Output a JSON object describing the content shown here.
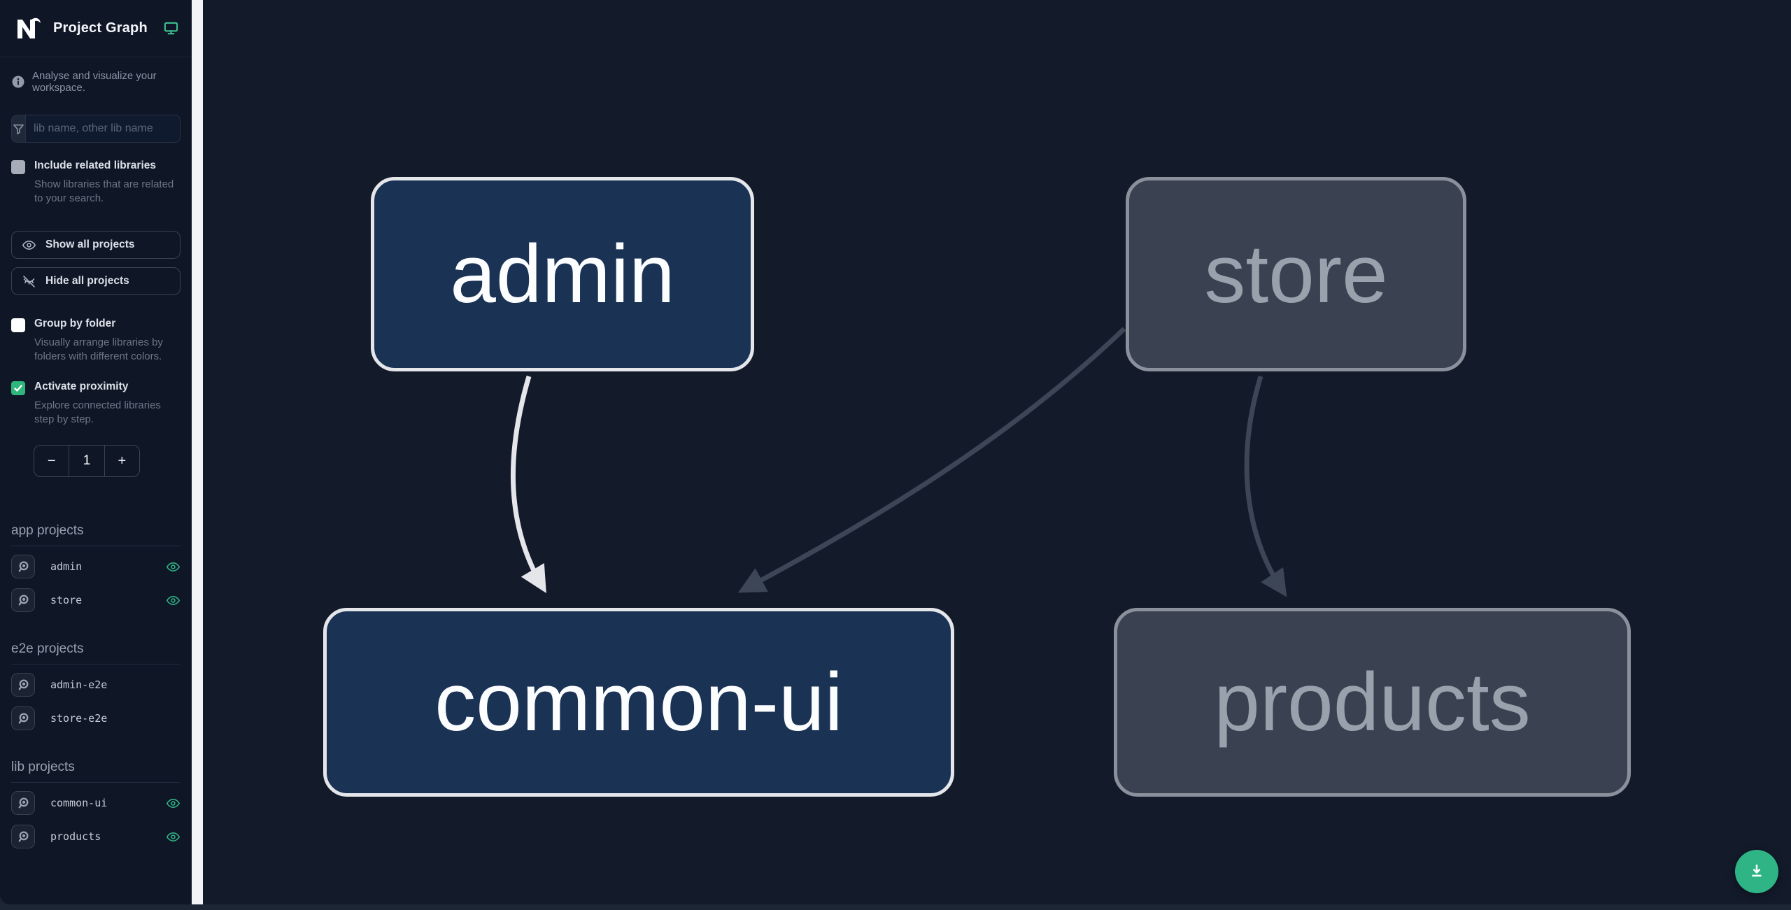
{
  "header": {
    "app_title": "Project Graph"
  },
  "sidebar": {
    "tagline": "Analyse and visualize your workspace.",
    "search": {
      "placeholder": "lib name, other lib name"
    },
    "include_related": {
      "label": "Include related libraries",
      "description": "Show libraries that are related to your search.",
      "checked": false
    },
    "show_all_label": "Show all projects",
    "hide_all_label": "Hide all projects",
    "group_by_folder": {
      "label": "Group by folder",
      "description": "Visually arrange libraries by folders with different colors.",
      "checked": false
    },
    "proximity": {
      "label": "Activate proximity",
      "description": "Explore connected libraries step by step.",
      "checked": true,
      "decrement": "−",
      "value": "1",
      "increment": "+"
    }
  },
  "projects": {
    "app": {
      "heading": "app projects",
      "items": [
        {
          "name": "admin",
          "visible": true
        },
        {
          "name": "store",
          "visible": true
        }
      ]
    },
    "e2e": {
      "heading": "e2e projects",
      "items": [
        {
          "name": "admin-e2e",
          "visible": false
        },
        {
          "name": "store-e2e",
          "visible": false
        }
      ]
    },
    "lib": {
      "heading": "lib projects",
      "items": [
        {
          "name": "common-ui",
          "visible": true
        },
        {
          "name": "products",
          "visible": true
        }
      ]
    }
  },
  "graph": {
    "nodes": [
      {
        "id": "admin",
        "label": "admin",
        "state": "focused"
      },
      {
        "id": "store",
        "label": "store",
        "state": "dimmed"
      },
      {
        "id": "common-ui",
        "label": "common-ui",
        "state": "focused"
      },
      {
        "id": "products",
        "label": "products",
        "state": "dimmed"
      }
    ],
    "edges": [
      {
        "source": "admin",
        "target": "common-ui",
        "highlighted": true
      },
      {
        "source": "store",
        "target": "common-ui",
        "highlighted": false
      },
      {
        "source": "store",
        "target": "products",
        "highlighted": false
      }
    ]
  },
  "colors": {
    "accent_green": "#2fb585",
    "node_focused_fill": "#1a3355",
    "node_focused_border": "#e4e6ea",
    "node_dim_fill": "#3a4251",
    "node_dim_border": "#8b919c",
    "edge_highlight": "#e4e6ea",
    "edge_dim": "#3d4656",
    "sidebar_bg": "#0f1626",
    "canvas_bg": "#131a2a"
  }
}
